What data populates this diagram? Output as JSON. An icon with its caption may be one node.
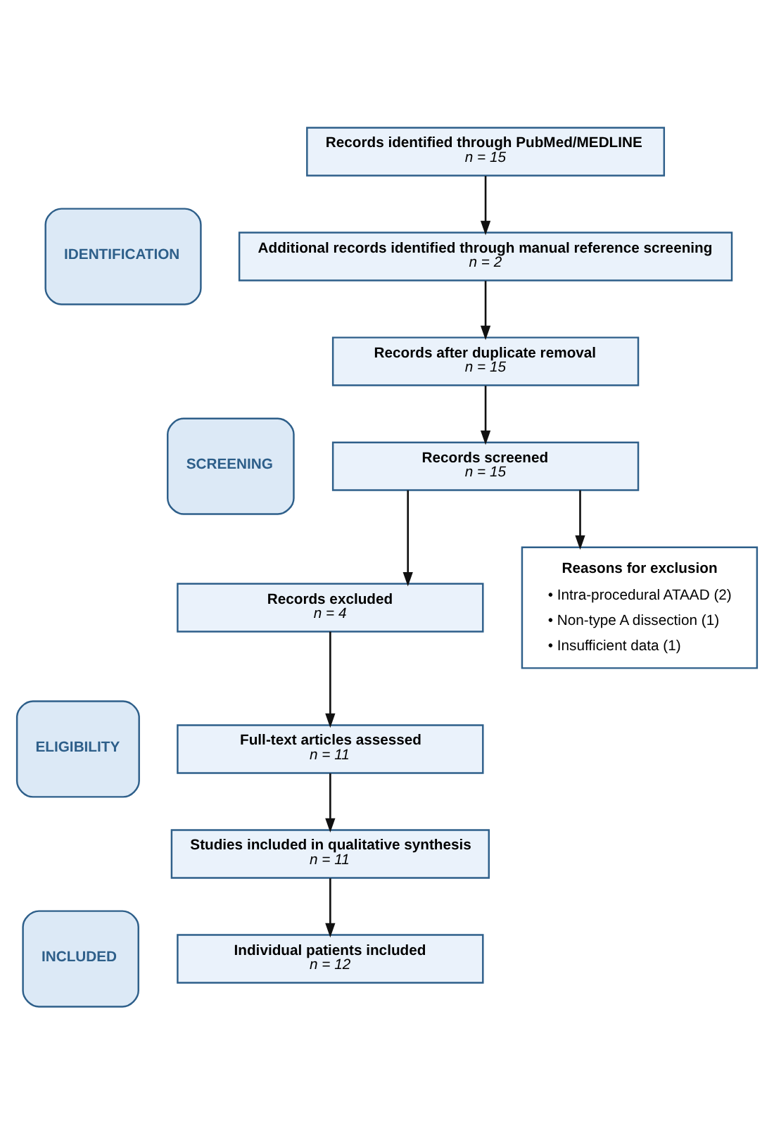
{
  "diagram": {
    "nodes": [
      {
        "text": [
          "IDENTIFICATION"
        ]
      },
      {
        "text": [
          "SCREENING"
        ]
      },
      {
        "text": [
          "ELIGIBILITY"
        ]
      },
      {
        "text": [
          "INCLUDED"
        ]
      },
      {
        "text": [
          "Records identified through PubMed/MEDLINE",
          "n = 15"
        ]
      },
      {
        "text": [
          "Additional records identified through manual reference screening",
          "n = 2"
        ]
      },
      {
        "text": [
          "Records after duplicate removal",
          "n = 15"
        ]
      },
      {
        "text": [
          "Records screened",
          "n = 15"
        ]
      },
      {
        "text": [
          "Records excluded",
          "n = 4"
        ]
      },
      {
        "text": [
          "Reasons for exclusion",
          "• Intra-procedural ATAAD (2)",
          "• Non-type A dissection (1)",
          "• Insufficient data (1)"
        ]
      },
      {
        "text": [
          "Full-text articles assessed",
          "n = 11"
        ]
      },
      {
        "text": [
          "Studies included in qualitative synthesis",
          "n = 11"
        ]
      },
      {
        "text": [
          "Individual patients included",
          "n = 12"
        ]
      }
    ],
    "edges": [
      {
        "from": 4,
        "to": 5,
        "arrow": "to"
      },
      {
        "from": 5,
        "to": 6,
        "arrow": "to"
      },
      {
        "from": 6,
        "to": 7,
        "arrow": "to"
      },
      {
        "from": 7,
        "to": 8,
        "arrow": "to"
      },
      {
        "from": 7,
        "to": 9,
        "arrow": "to"
      },
      {
        "from": 8,
        "to": 10,
        "arrow": "to"
      },
      {
        "from": 10,
        "to": 11,
        "arrow": "to"
      },
      {
        "from": 11,
        "to": 12,
        "arrow": "to"
      }
    ]
  }
}
